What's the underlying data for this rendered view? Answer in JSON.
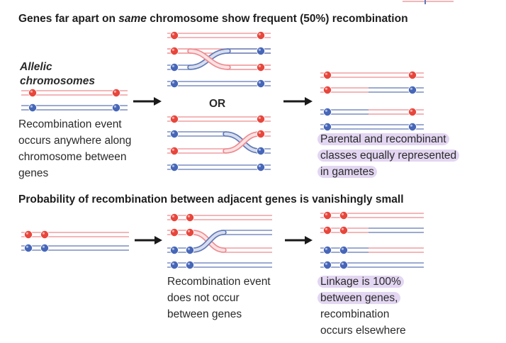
{
  "top": {
    "title_prefix": "Genes far apart on ",
    "title_emphasis": "same",
    "title_suffix": " chromosome show frequent (50%) recombination",
    "allelic_line1": "Allelic",
    "allelic_line2": "chromosomes",
    "or_label": "OR",
    "event_lines": [
      "Recombination event",
      "occurs anywhere along",
      "chromosome between",
      "genes"
    ],
    "result_lines": [
      "Parental and recombinant",
      "classes equally represented",
      "in gametes"
    ]
  },
  "bottom": {
    "title": "Probability of recombination between adjacent genes is vanishingly small",
    "event_lines": [
      "Recombination event",
      "does not occur",
      "between genes"
    ],
    "result_lines": [
      "Linkage is 100%",
      "between genes,",
      "recombination",
      "occurs elsewhere"
    ],
    "result_highlight_count": 2
  },
  "colors": {
    "red_strand": "#ee8a8f",
    "blue_strand": "#5f78b8",
    "red_gene": "#e8463c",
    "blue_gene": "#4666b8",
    "highlight": "#e3d6f2",
    "arrow": "#1a1a1a"
  }
}
